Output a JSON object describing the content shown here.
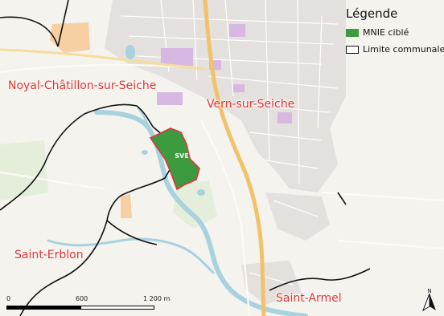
{
  "map": {
    "places": {
      "noyal": "Noyal-Châtillon-sur-Seiche",
      "vern": "Vern-sur-Seiche",
      "erblon": "Saint-Erblon",
      "armel": "Saint-Armel"
    },
    "site_label": "SVE",
    "colors": {
      "site_fill": "#3d9b3f",
      "site_border": "#e2323a",
      "commune_line": "#111111",
      "river": "#a9d2e0",
      "road_major": "#f2c26b",
      "urban": "#e3e0dd",
      "industrial": "#d7b8e2",
      "place_label": "#e0322d"
    }
  },
  "legend": {
    "title": "Légende",
    "items": [
      {
        "label": "MNIE ciblé",
        "swatch": "#3d9b3f"
      },
      {
        "label": "Limite communale",
        "swatch": "#ffffff"
      }
    ]
  },
  "scale": {
    "ticks": [
      "0",
      "600",
      "1 200 m"
    ]
  },
  "north_icon": "north-arrow-icon"
}
